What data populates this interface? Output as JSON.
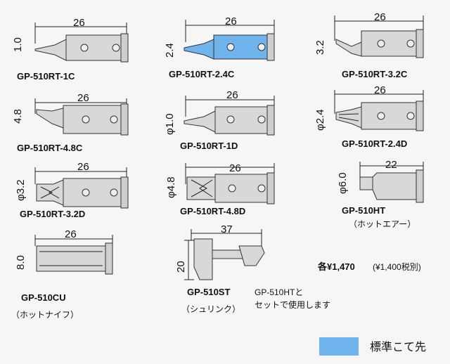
{
  "colors": {
    "standard_tip": "#6fb4ec",
    "background": "#f6f6f6"
  },
  "products": [
    {
      "code": "GP-510RT-1C",
      "length": "26",
      "size": "1.0",
      "note": ""
    },
    {
      "code": "GP-510RT-2.4C",
      "length": "26",
      "size": "2.4",
      "note": ""
    },
    {
      "code": "GP-510RT-3.2C",
      "length": "26",
      "size": "3.2",
      "note": ""
    },
    {
      "code": "GP-510RT-4.8C",
      "length": "26",
      "size": "4.8",
      "note": ""
    },
    {
      "code": "GP-510RT-1D",
      "length": "26",
      "size": "φ1.0",
      "note": ""
    },
    {
      "code": "GP-510RT-2.4D",
      "length": "26",
      "size": "φ2.4",
      "note": ""
    },
    {
      "code": "GP-510RT-3.2D",
      "length": "26",
      "size": "φ3.2",
      "note": ""
    },
    {
      "code": "GP-510RT-4.8D",
      "length": "26",
      "size": "φ4.8",
      "note": ""
    },
    {
      "code": "GP-510HT",
      "length": "22",
      "size": "φ6.0",
      "note": "（ホットエアー）"
    },
    {
      "code": "GP-510CU",
      "length": "26",
      "size": "8.0",
      "note": "（ホットナイフ）"
    },
    {
      "code": "GP-510ST",
      "length": "37",
      "size": "20",
      "note": "（シュリンク）"
    }
  ],
  "st_note": {
    "line1": "GP-510HTと",
    "line2": "セットで使用します"
  },
  "price": {
    "text": "各¥1,470",
    "tax": "(¥1,400税別)"
  },
  "legend": {
    "label": "標準こて先"
  }
}
